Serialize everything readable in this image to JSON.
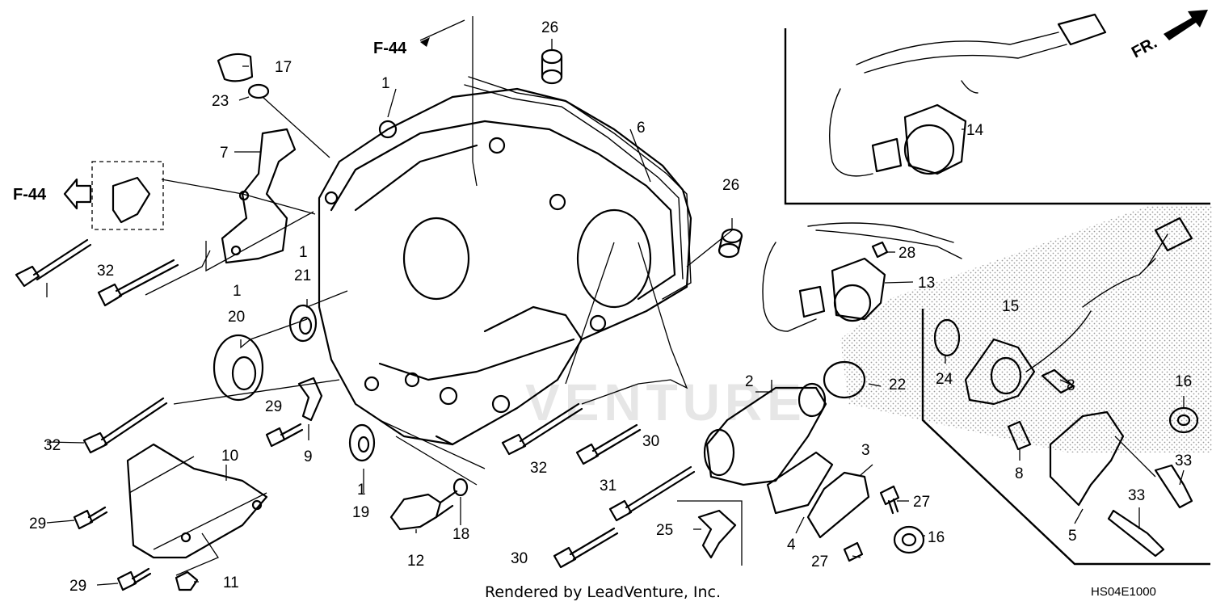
{
  "diagram": {
    "reference_labels": [
      "F-44",
      "F-44"
    ],
    "direction_label": "FR.",
    "credit": "Rendered by LeadVenture, Inc.",
    "diagram_code": "HS04E1000",
    "watermark": "VENTURE",
    "callouts": [
      "26",
      "17",
      "23",
      "1",
      "6",
      "7",
      "14",
      "32",
      "26",
      "28",
      "1",
      "21",
      "13",
      "1",
      "20",
      "15",
      "24",
      "22",
      "2",
      "8",
      "16",
      "29",
      "9",
      "32",
      "30",
      "32",
      "10",
      "31",
      "3",
      "33",
      "8",
      "27",
      "29",
      "1",
      "19",
      "18",
      "12",
      "25",
      "4",
      "16",
      "5",
      "33",
      "30",
      "27",
      "29",
      "11"
    ]
  }
}
